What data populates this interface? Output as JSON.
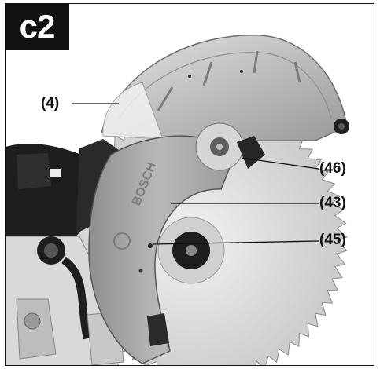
{
  "figure": {
    "label": "c2"
  },
  "callouts": [
    {
      "id": "4",
      "text": "(4)"
    },
    {
      "id": "46",
      "text": "(46)"
    },
    {
      "id": "43",
      "text": "(43)"
    },
    {
      "id": "45",
      "text": "(45)"
    }
  ],
  "illustration": {
    "subject": "miter-saw-blade-guard",
    "brand_mark": "BOSCH",
    "colors": {
      "metal_light": "#cfcfcf",
      "metal_mid": "#a9a9a9",
      "metal_dark": "#6e6e6e",
      "motor_black": "#1e1e1e",
      "blade": "#d9d9d9",
      "guard_transparent": "#e9ecee"
    }
  }
}
